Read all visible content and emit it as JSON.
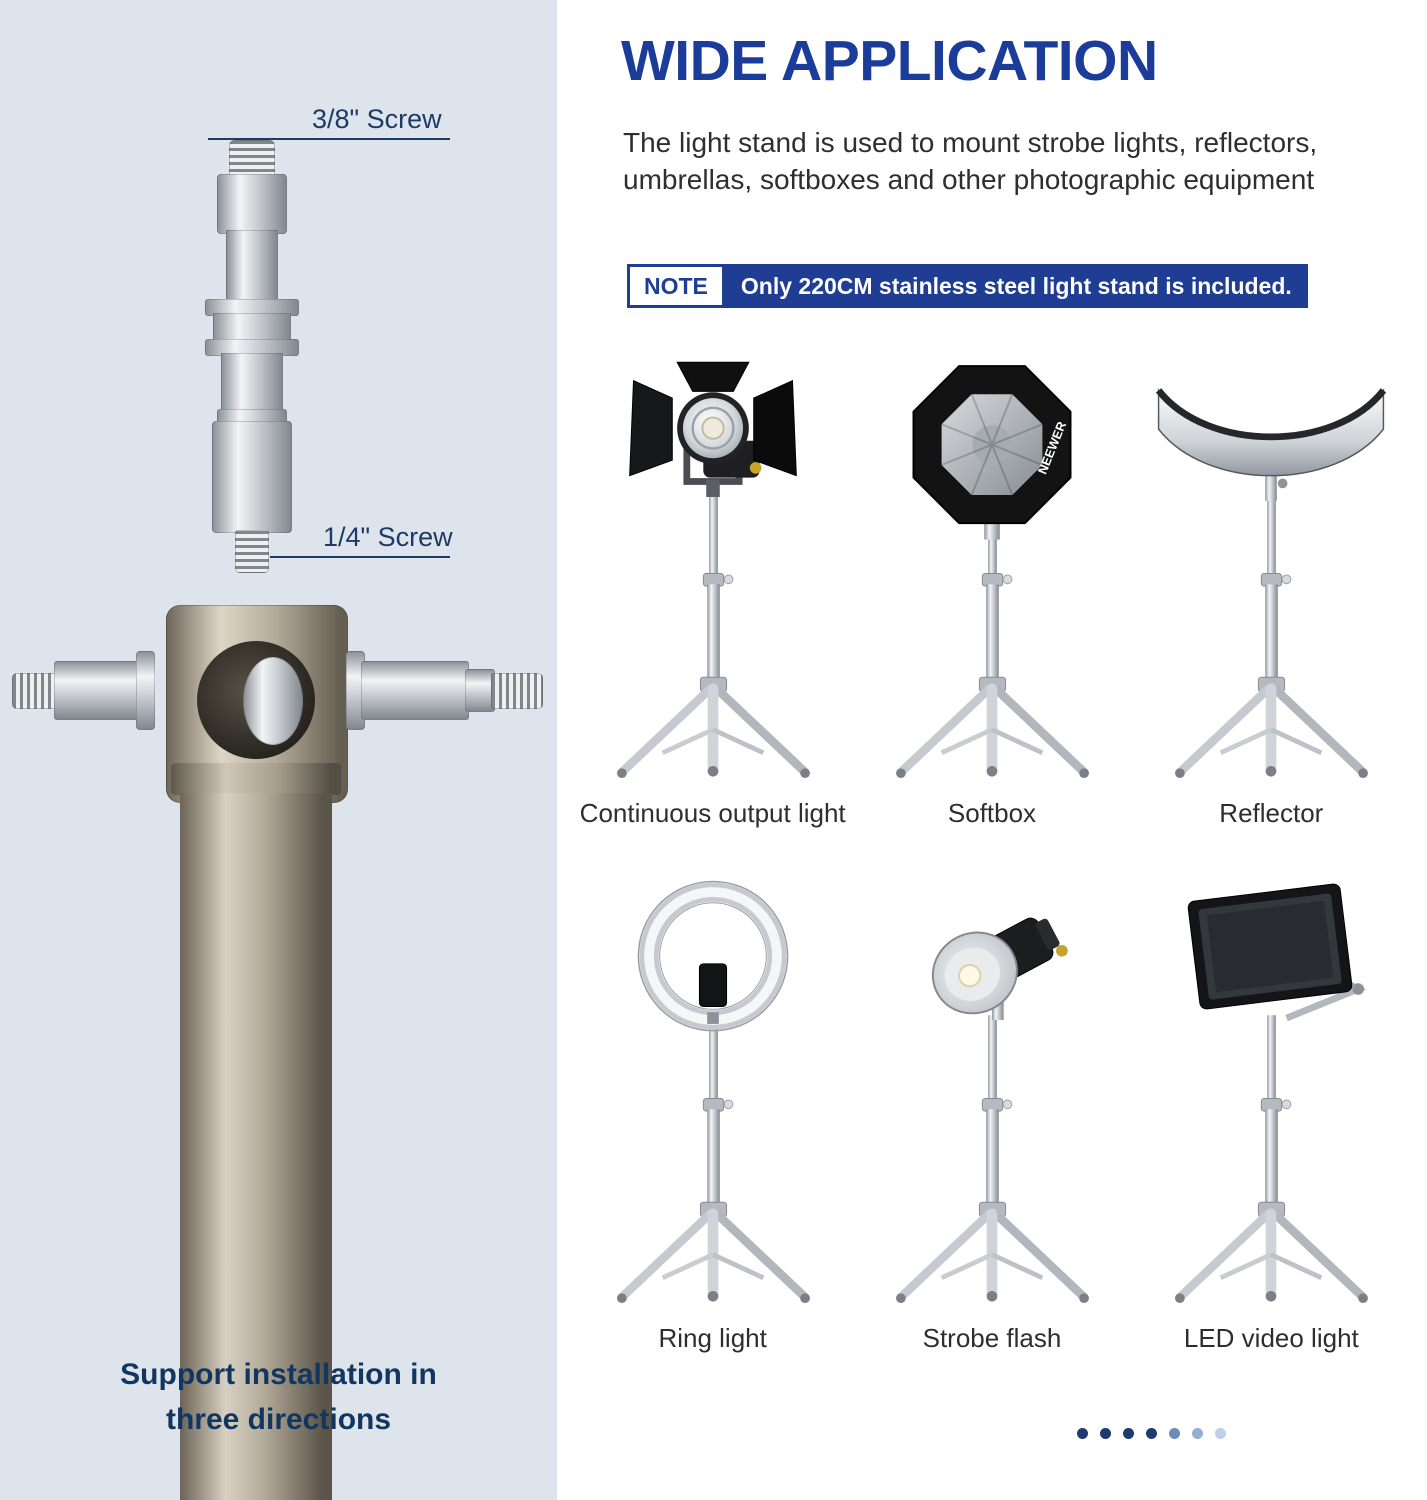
{
  "left": {
    "screw_top_label": "3/8\" Screw",
    "screw_mid_label": "1/4\" Screw",
    "caption_line1": "Support installation in",
    "caption_line2": "three directions"
  },
  "right": {
    "title": "WIDE APPLICATION",
    "description": "The light stand is used to mount strobe lights, reflectors, umbrellas, softboxes and other photographic equipment",
    "note_label": "NOTE",
    "note_text": "Only 220CM stainless steel light stand is included.",
    "softbox_brand": "NEEWER",
    "items": [
      {
        "label": "Continuous output light"
      },
      {
        "label": "Softbox"
      },
      {
        "label": "Reflector"
      },
      {
        "label": "Ring light"
      },
      {
        "label": "Strobe flash"
      },
      {
        "label": "LED video light"
      }
    ]
  },
  "pagination": {
    "dot_colors": [
      "#1e3a6e",
      "#1e3a6e",
      "#1e3a6e",
      "#1e3a6e",
      "#6c8cb8",
      "#93b0d2",
      "#bcd0e6"
    ]
  },
  "colors": {
    "title_blue": "#1b3c98",
    "note_blue": "#1f3d92",
    "navy_text": "#12365f",
    "panel_bg": "#dde4ec"
  }
}
